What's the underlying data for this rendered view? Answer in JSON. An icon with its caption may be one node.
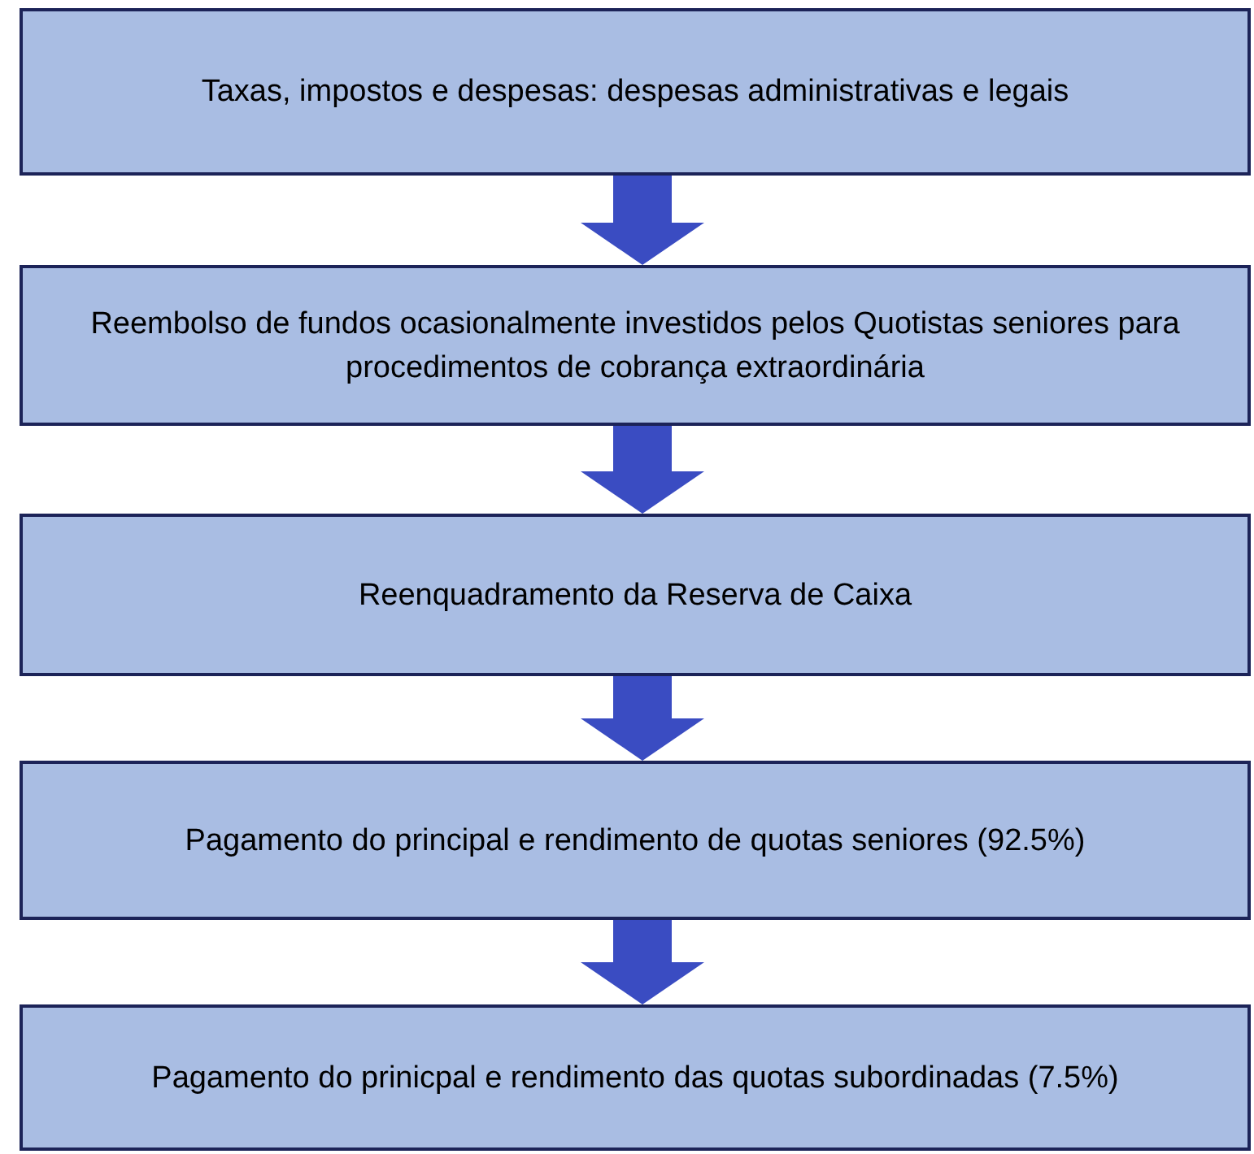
{
  "diagram": {
    "nodes": [
      {
        "text": [
          "Taxas, impostos e despesas: despesas administrativas e legais"
        ]
      },
      {
        "text": [
          "Reembolso de fundos ocasionalmente investidos pelos Quotistas seniores para procedimentos de cobrança extraordinária"
        ]
      },
      {
        "text": [
          "Reenquadramento da Reserva de Caixa"
        ]
      },
      {
        "text": [
          "Pagamento do principal e rendimento de quotas seniores (92.5%)"
        ]
      },
      {
        "text": [
          "Pagamento do prinicpal e rendimento das quotas subordinadas (7.5%)"
        ]
      }
    ],
    "edges": [
      {
        "from": 0,
        "to": 1,
        "arrow": "to"
      },
      {
        "from": 1,
        "to": 2,
        "arrow": "to"
      },
      {
        "from": 2,
        "to": 3,
        "arrow": "to"
      },
      {
        "from": 3,
        "to": 4,
        "arrow": "to"
      }
    ]
  }
}
